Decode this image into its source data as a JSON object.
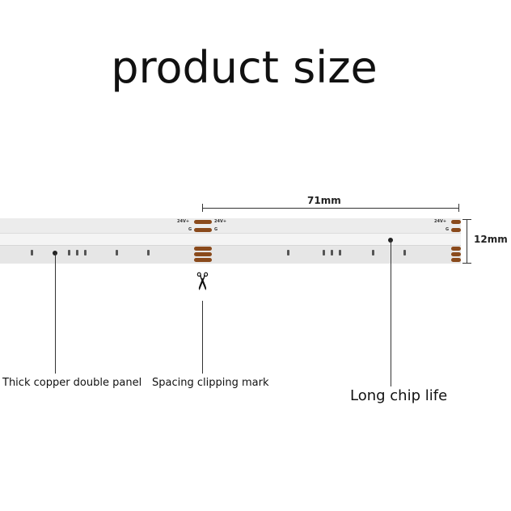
{
  "title": "product size",
  "dimensions": {
    "length": "71mm",
    "width": "12mm"
  },
  "strip": {
    "pad_label_power": "24V+",
    "pad_label_g": "G"
  },
  "icons": {
    "cut_mark": "scissors-icon"
  },
  "callouts": {
    "left": "Thick copper double panel",
    "middle": "Spacing clipping mark",
    "right": "Long chip life"
  },
  "colors": {
    "copper": "#8a4a1c",
    "strip": "#f4f4f4"
  }
}
